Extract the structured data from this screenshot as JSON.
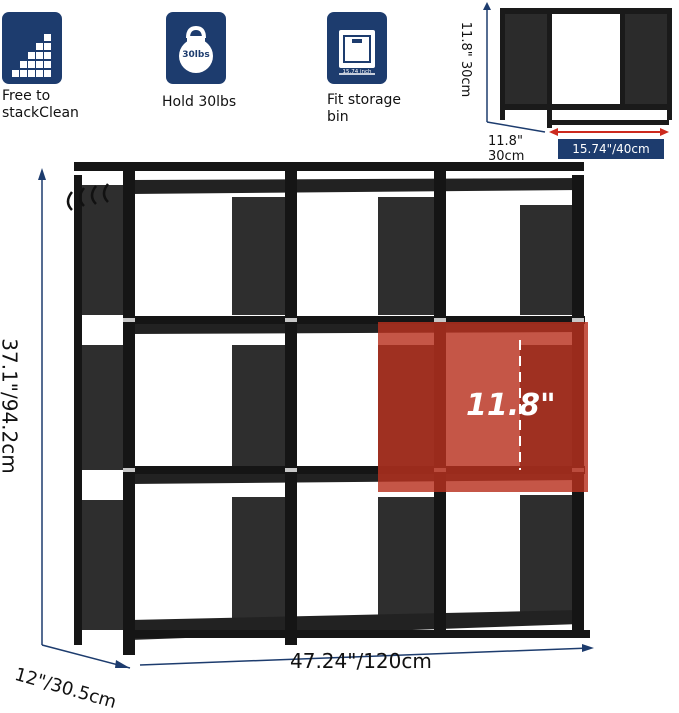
{
  "features": [
    {
      "icon": "stacked-cubes-icon",
      "label_line1": "Free to",
      "label_line2": "stackClean"
    },
    {
      "icon": "kettlebell-icon",
      "badge": "30lbs",
      "label_line1": "Hold 30lbs",
      "label_line2": ""
    },
    {
      "icon": "storage-bin-icon",
      "badge": "15.74 inch",
      "label_line1": "Fit storage",
      "label_line2": "bin"
    }
  ],
  "cube_dimensions": {
    "height": "11.8\" 30cm",
    "depth_line1": "11.8\"",
    "depth_line2": "30cm",
    "width": "15.74\"/40cm"
  },
  "shelf_dimensions": {
    "height": "37.1\"/94.2cm",
    "width": "47.24\"/120cm",
    "depth": "12\"/30.5cm",
    "highlight": "11.8\""
  },
  "colors": {
    "navy": "#1d3c6e",
    "frame": "#1a1a1a",
    "highlight": "#b8311e",
    "badge": "#1d3c6e"
  }
}
